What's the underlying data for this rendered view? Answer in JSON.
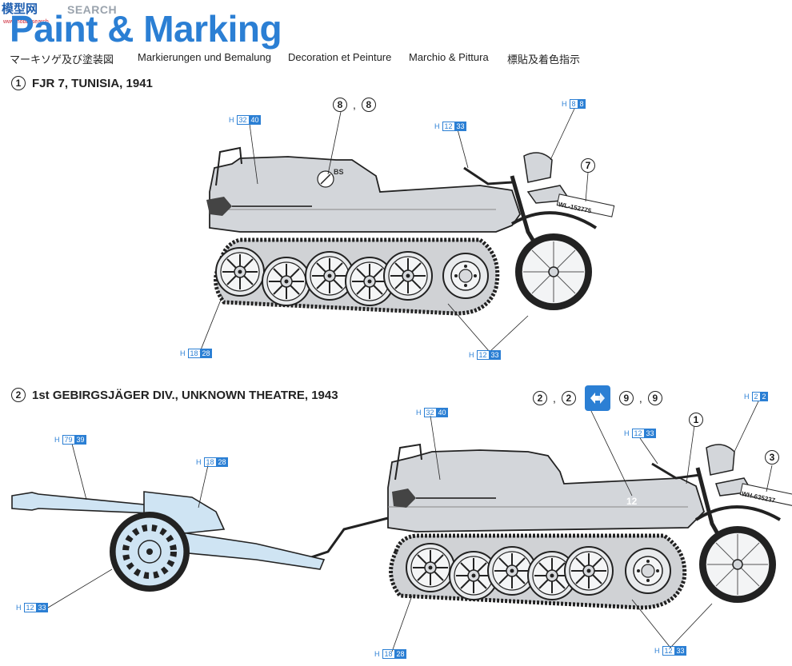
{
  "header": {
    "title": "Paint & Marking",
    "watermark_logo": "模型网",
    "watermark_search": "SEARCH",
    "watermark_site": "www.hobbysearch"
  },
  "subtitles": [
    "マーキソゲ及び塗装図",
    "Markierungen und Bemalung",
    "Decoration et Peinture",
    "Marchio & Pittura",
    "標貼及着色指示"
  ],
  "sections": [
    {
      "number": "1",
      "title": "FJR 7, TUNISIA, 1941",
      "callout_a": "8",
      "callout_b": "8",
      "callout_c": "7",
      "plate": "WL-152775",
      "emblem_text": "BS",
      "badges": [
        {
          "letter": "H",
          "a": "32",
          "b": "40"
        },
        {
          "letter": "H",
          "a": "12",
          "b": "33"
        },
        {
          "letter": "H",
          "a": "8",
          "b": "8"
        },
        {
          "letter": "H",
          "a": "18",
          "b": "28"
        },
        {
          "letter": "H",
          "a": "12",
          "b": "33"
        }
      ]
    },
    {
      "number": "2",
      "title": "1st GEBIRGSJÄGER DIV., UNKNOWN THEATRE, 1943",
      "callout_a": "2",
      "callout_b": "2",
      "callout_c": "9",
      "callout_d": "9",
      "callout_e": "1",
      "callout_f": "3",
      "plate": "WH-635237",
      "hull_number": "12",
      "badges": [
        {
          "letter": "H",
          "a": "32",
          "b": "40"
        },
        {
          "letter": "H",
          "a": "12",
          "b": "33"
        },
        {
          "letter": "H",
          "a": "2",
          "b": "2"
        },
        {
          "letter": "H",
          "a": "79",
          "b": "39"
        },
        {
          "letter": "H",
          "a": "18",
          "b": "28"
        },
        {
          "letter": "H",
          "a": "12",
          "b": "33"
        },
        {
          "letter": "H",
          "a": "18",
          "b": "28"
        },
        {
          "letter": "H",
          "a": "12",
          "b": "33"
        }
      ]
    }
  ],
  "colors": {
    "accent": "#2b7fd4",
    "vehicle_grey": "#d3d6da",
    "gun_blue": "#cfe4f3"
  }
}
